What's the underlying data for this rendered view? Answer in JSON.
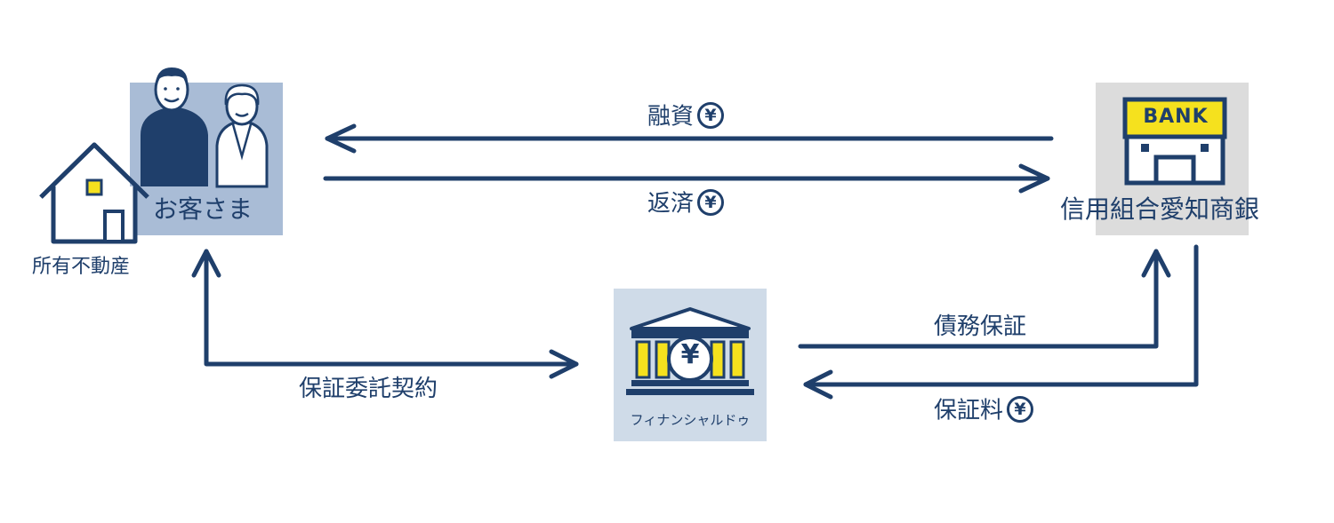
{
  "customer": {
    "label": "お客さま"
  },
  "property": {
    "label": "所有不動産"
  },
  "bank": {
    "sign": "BANK",
    "label": "信用組合愛知商銀"
  },
  "financial": {
    "label": "フィナンシャルドゥ",
    "symbol": "¥"
  },
  "flows": {
    "loan": {
      "label": "融資",
      "symbol": "¥"
    },
    "repayment": {
      "label": "返済",
      "symbol": "¥"
    },
    "debt_guarantee": {
      "label": "債務保証"
    },
    "guarantee_fee": {
      "label": "保証料",
      "symbol": "¥"
    },
    "guarantee_contract": {
      "label": "保証委託契約"
    }
  },
  "colors": {
    "navy": "#1f3f6b",
    "bank_yellow": "#f5e11e",
    "customer_bg": "#a9bcd6",
    "bank_bg": "#dcdcdc",
    "fin_bg": "#cfdbe8"
  }
}
